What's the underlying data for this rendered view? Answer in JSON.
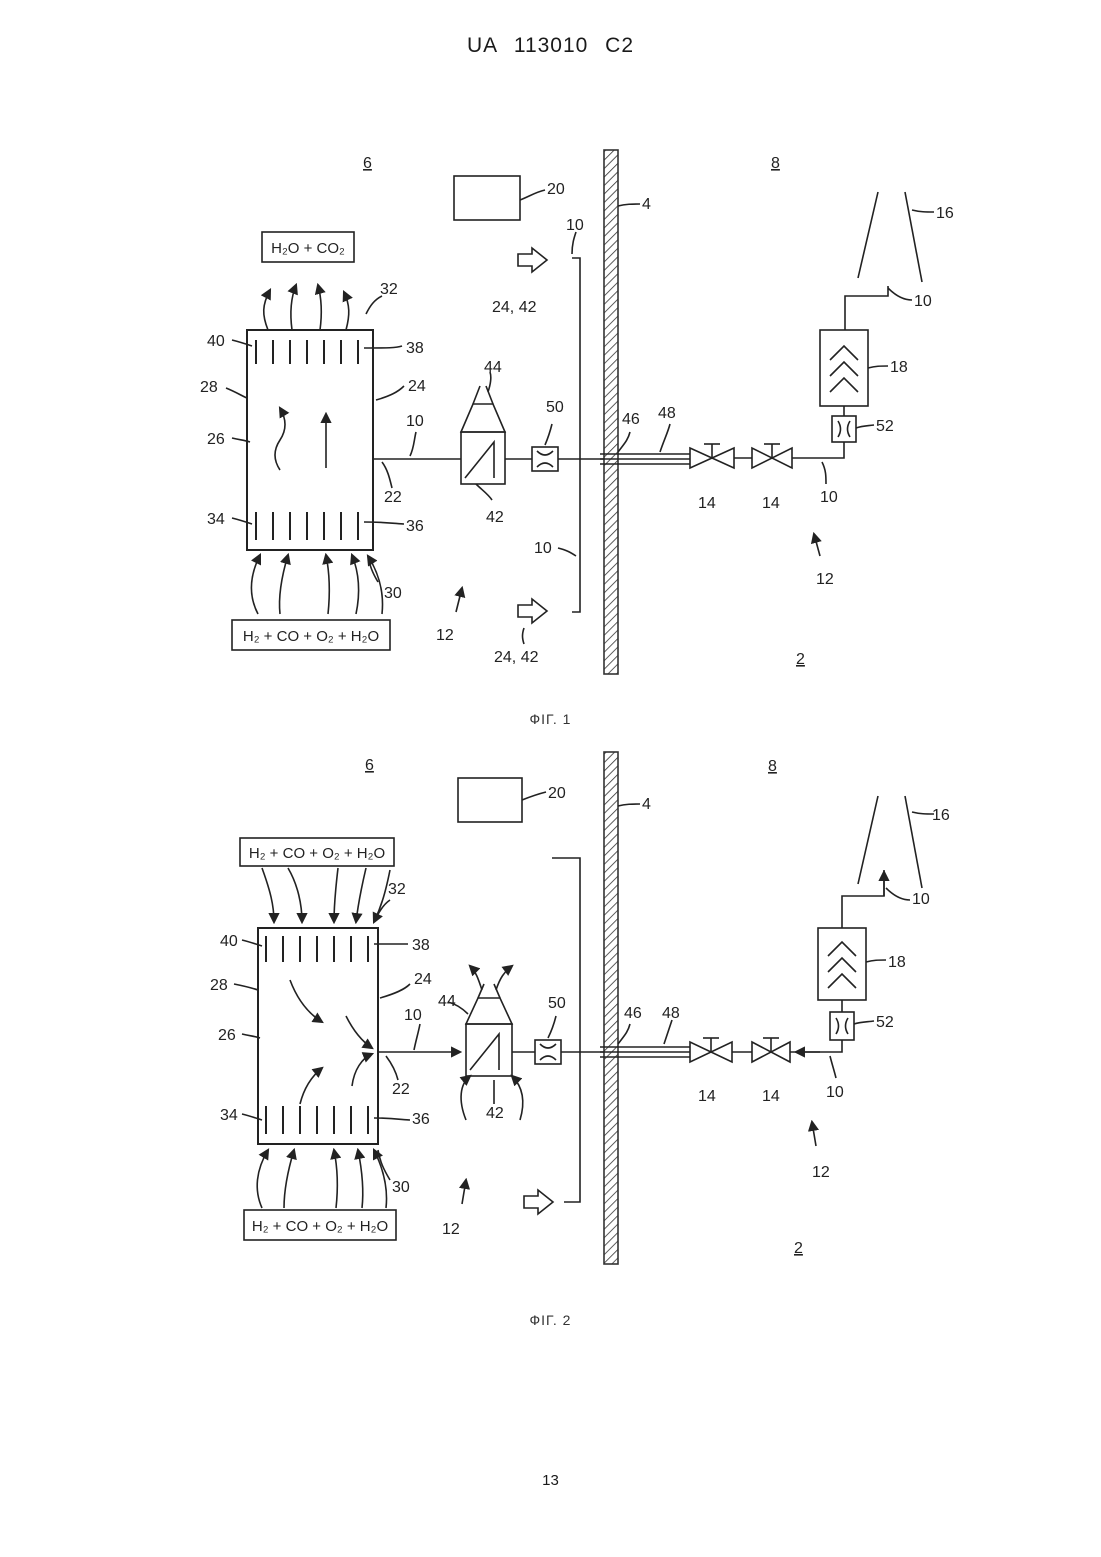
{
  "header": {
    "text": "UA   113010   C2"
  },
  "page_number": "13",
  "figure1": {
    "caption": "ФІГ. 1",
    "formula_top": "H₂O + CO₂",
    "formula_bottom": "H₂ + CO + O₂ + H₂O",
    "labels": {
      "zone_left": "6",
      "zone_right": "8",
      "building": "2",
      "wall": "4",
      "controller": "20",
      "line": "10",
      "line_b": "10",
      "line_c": "10",
      "line_d": "10",
      "line_e": "10",
      "inlet_top": "24, 42",
      "inlet_bottom": "24, 42",
      "recombiner_outlet": "32",
      "plate_left_top": "40",
      "plate_right_top": "38",
      "housing": "28",
      "chamber": "26",
      "recombiner": "24",
      "connection": "22",
      "plate_left_bottom": "34",
      "plate_right_bottom": "36",
      "recombiner_inlet": "30",
      "hood": "44",
      "heat_exchanger": "42",
      "throttle": "50",
      "passage": "46",
      "pipe": "48",
      "valve_1": "14",
      "valve_2": "14",
      "system_left": "12",
      "system_right": "12",
      "stack": "16",
      "filter": "18",
      "orifice": "52"
    }
  },
  "figure2": {
    "caption": "ФІГ. 2",
    "formula_top": "H₂ + CO + O₂ + H₂O",
    "formula_bottom": "H₂ + CO + O₂ + H₂O",
    "labels": {
      "zone_left": "6",
      "zone_right": "8",
      "building": "2",
      "wall": "4",
      "controller": "20",
      "line": "10",
      "line_b": "10",
      "line_c": "10",
      "recombiner_outlet": "32",
      "plate_left_top": "40",
      "plate_right_top": "38",
      "housing": "28",
      "chamber": "26",
      "recombiner": "24",
      "connection": "22",
      "plate_left_bottom": "34",
      "plate_right_bottom": "36",
      "recombiner_inlet": "30",
      "hood": "44",
      "heat_exchanger": "42",
      "throttle": "50",
      "passage": "46",
      "pipe": "48",
      "valve_1": "14",
      "valve_2": "14",
      "system_left": "12",
      "system_right": "12",
      "stack": "16",
      "filter": "18",
      "orifice": "52"
    }
  }
}
